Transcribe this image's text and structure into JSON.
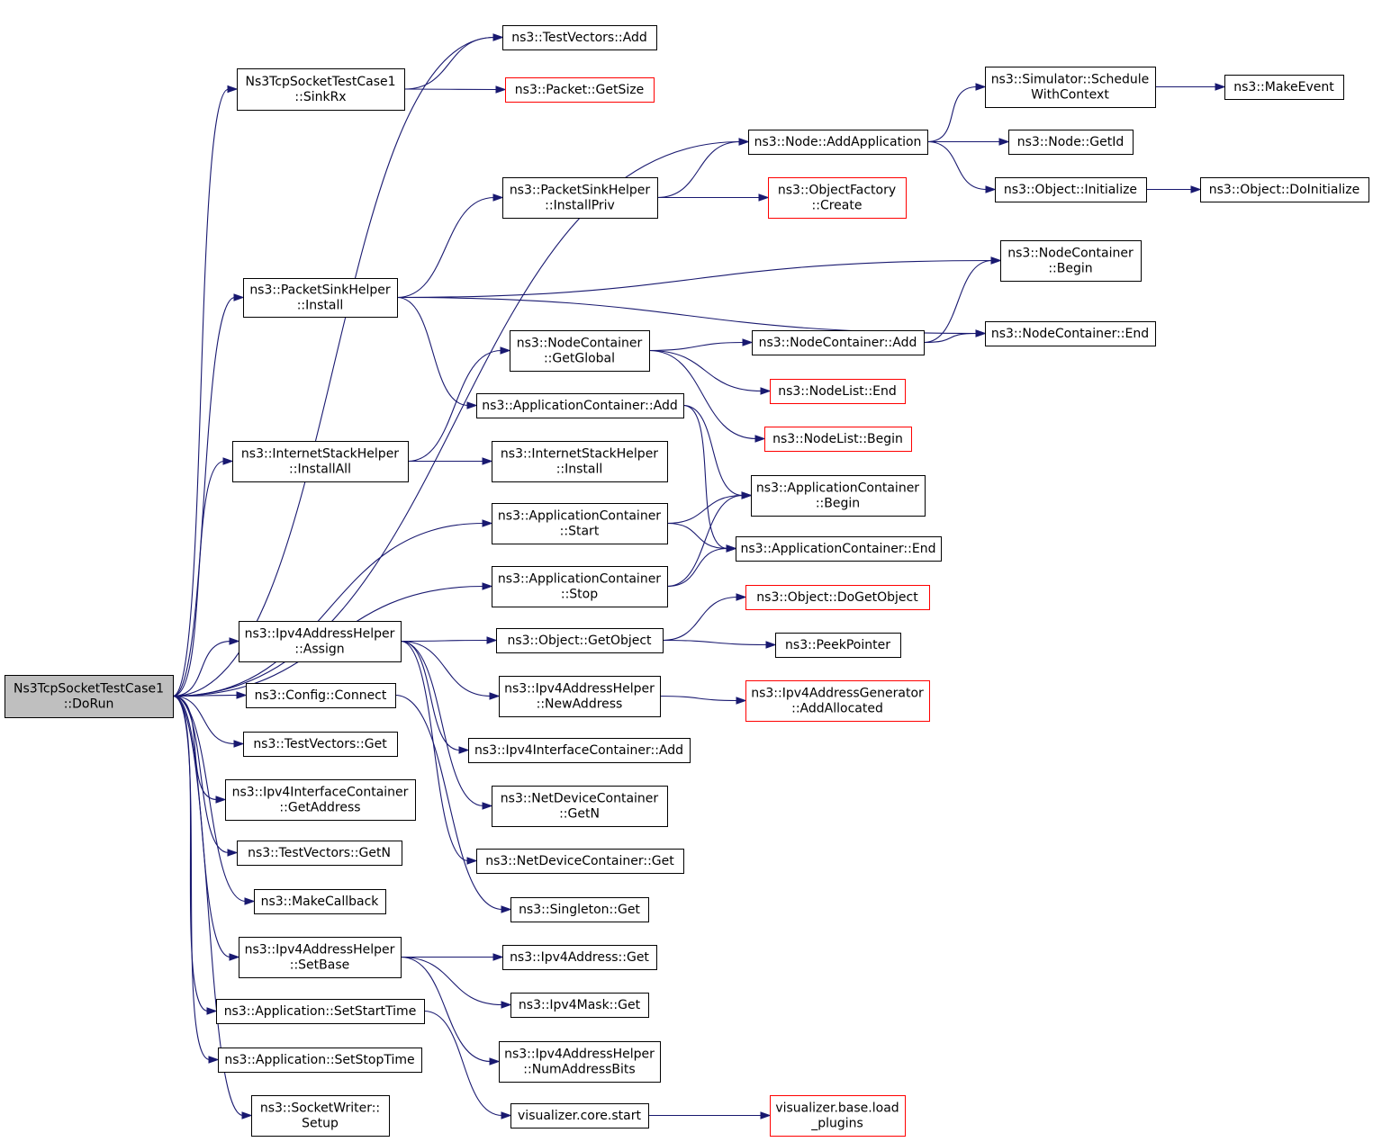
{
  "colors": {
    "edge": "#191970",
    "node_border": "#000000",
    "truncated_border": "#ff0000",
    "root_fill": "#bfbfbf",
    "node_fill": "#ffffff"
  },
  "nodes": [
    {
      "id": "DoRun",
      "lines": [
        "Ns3TcpSocketTestCase1",
        "::DoRun"
      ],
      "style": "root"
    },
    {
      "id": "TV_Add",
      "lines": [
        "ns3::TestVectors::Add"
      ],
      "style": "normal"
    },
    {
      "id": "SinkRx",
      "lines": [
        "Ns3TcpSocketTestCase1",
        "::SinkRx"
      ],
      "style": "normal"
    },
    {
      "id": "Pkt_GetSize",
      "lines": [
        "ns3::Packet::GetSize"
      ],
      "style": "truncated"
    },
    {
      "id": "Node_AddApp",
      "lines": [
        "ns3::Node::AddApplication"
      ],
      "style": "normal"
    },
    {
      "id": "Sim_Sched",
      "lines": [
        "ns3::Simulator::Schedule",
        "WithContext"
      ],
      "style": "normal"
    },
    {
      "id": "MakeEvent",
      "lines": [
        "ns3::MakeEvent"
      ],
      "style": "normal"
    },
    {
      "id": "Node_GetId",
      "lines": [
        "ns3::Node::GetId"
      ],
      "style": "normal"
    },
    {
      "id": "Obj_Init",
      "lines": [
        "ns3::Object::Initialize"
      ],
      "style": "normal"
    },
    {
      "id": "Obj_DoInit",
      "lines": [
        "ns3::Object::DoInitialize"
      ],
      "style": "normal"
    },
    {
      "id": "PSH_InstallPriv",
      "lines": [
        "ns3::PacketSinkHelper",
        "::InstallPriv"
      ],
      "style": "normal"
    },
    {
      "id": "ObjFac_Create",
      "lines": [
        "ns3::ObjectFactory",
        "::Create"
      ],
      "style": "truncated"
    },
    {
      "id": "NC_Begin",
      "lines": [
        "ns3::NodeContainer",
        "::Begin"
      ],
      "style": "normal"
    },
    {
      "id": "PSH_Install",
      "lines": [
        "ns3::PacketSinkHelper",
        "::Install"
      ],
      "style": "normal"
    },
    {
      "id": "NC_End",
      "lines": [
        "ns3::NodeContainer::End"
      ],
      "style": "normal"
    },
    {
      "id": "NC_GetGlobal",
      "lines": [
        "ns3::NodeContainer",
        "::GetGlobal"
      ],
      "style": "normal"
    },
    {
      "id": "NC_Add",
      "lines": [
        "ns3::NodeContainer::Add"
      ],
      "style": "normal"
    },
    {
      "id": "NL_End",
      "lines": [
        "ns3::NodeList::End"
      ],
      "style": "truncated"
    },
    {
      "id": "AC_Add",
      "lines": [
        "ns3::ApplicationContainer::Add"
      ],
      "style": "normal"
    },
    {
      "id": "NL_Begin",
      "lines": [
        "ns3::NodeList::Begin"
      ],
      "style": "truncated"
    },
    {
      "id": "ISH_InstallAll",
      "lines": [
        "ns3::InternetStackHelper",
        "::InstallAll"
      ],
      "style": "normal"
    },
    {
      "id": "ISH_Install",
      "lines": [
        "ns3::InternetStackHelper",
        "::Install"
      ],
      "style": "normal"
    },
    {
      "id": "AC_Begin",
      "lines": [
        "ns3::ApplicationContainer",
        "::Begin"
      ],
      "style": "normal"
    },
    {
      "id": "AC_Start",
      "lines": [
        "ns3::ApplicationContainer",
        "::Start"
      ],
      "style": "normal"
    },
    {
      "id": "AC_End",
      "lines": [
        "ns3::ApplicationContainer::End"
      ],
      "style": "normal"
    },
    {
      "id": "AC_Stop",
      "lines": [
        "ns3::ApplicationContainer",
        "::Stop"
      ],
      "style": "normal"
    },
    {
      "id": "Obj_DoGetObject",
      "lines": [
        "ns3::Object::DoGetObject"
      ],
      "style": "truncated"
    },
    {
      "id": "IAH_Assign",
      "lines": [
        "ns3::Ipv4AddressHelper",
        "::Assign"
      ],
      "style": "normal"
    },
    {
      "id": "Obj_GetObject",
      "lines": [
        "ns3::Object::GetObject"
      ],
      "style": "normal"
    },
    {
      "id": "PeekPointer",
      "lines": [
        "ns3::PeekPointer"
      ],
      "style": "normal"
    },
    {
      "id": "IAH_NewAddress",
      "lines": [
        "ns3::Ipv4AddressHelper",
        "::NewAddress"
      ],
      "style": "normal"
    },
    {
      "id": "IAG_AddAllocated",
      "lines": [
        "ns3::Ipv4AddressGenerator",
        "::AddAllocated"
      ],
      "style": "truncated"
    },
    {
      "id": "Config_Connect",
      "lines": [
        "ns3::Config::Connect"
      ],
      "style": "normal"
    },
    {
      "id": "TV_Get",
      "lines": [
        "ns3::TestVectors::Get"
      ],
      "style": "normal"
    },
    {
      "id": "IIC_Add",
      "lines": [
        "ns3::Ipv4InterfaceContainer::Add"
      ],
      "style": "normal"
    },
    {
      "id": "IIC_GetAddress",
      "lines": [
        "ns3::Ipv4InterfaceContainer",
        "::GetAddress"
      ],
      "style": "normal"
    },
    {
      "id": "NDC_GetN",
      "lines": [
        "ns3::NetDeviceContainer",
        "::GetN"
      ],
      "style": "normal"
    },
    {
      "id": "TV_GetN",
      "lines": [
        "ns3::TestVectors::GetN"
      ],
      "style": "normal"
    },
    {
      "id": "NDC_Get",
      "lines": [
        "ns3::NetDeviceContainer::Get"
      ],
      "style": "normal"
    },
    {
      "id": "MakeCallback",
      "lines": [
        "ns3::MakeCallback"
      ],
      "style": "normal"
    },
    {
      "id": "Singleton_Get",
      "lines": [
        "ns3::Singleton::Get"
      ],
      "style": "normal"
    },
    {
      "id": "IAH_SetBase",
      "lines": [
        "ns3::Ipv4AddressHelper",
        "::SetBase"
      ],
      "style": "normal"
    },
    {
      "id": "Ipv4Address_Get",
      "lines": [
        "ns3::Ipv4Address::Get"
      ],
      "style": "normal"
    },
    {
      "id": "Ipv4Mask_Get",
      "lines": [
        "ns3::Ipv4Mask::Get"
      ],
      "style": "normal"
    },
    {
      "id": "App_SetStart",
      "lines": [
        "ns3::Application::SetStartTime"
      ],
      "style": "normal"
    },
    {
      "id": "IAH_NumBits",
      "lines": [
        "ns3::Ipv4AddressHelper",
        "::NumAddressBits"
      ],
      "style": "normal"
    },
    {
      "id": "App_SetStop",
      "lines": [
        "ns3::Application::SetStopTime"
      ],
      "style": "normal"
    },
    {
      "id": "SW_Setup",
      "lines": [
        "ns3::SocketWriter::",
        "Setup"
      ],
      "style": "normal"
    },
    {
      "id": "Viz_Start",
      "lines": [
        "visualizer.core.start"
      ],
      "style": "normal"
    },
    {
      "id": "Viz_Load",
      "lines": [
        "visualizer.base.load",
        "_plugins"
      ],
      "style": "truncated"
    }
  ],
  "edges": [
    [
      "DoRun",
      "TV_Add"
    ],
    [
      "DoRun",
      "SinkRx"
    ],
    [
      "DoRun",
      "Node_AddApp"
    ],
    [
      "DoRun",
      "PSH_Install"
    ],
    [
      "DoRun",
      "ISH_InstallAll"
    ],
    [
      "DoRun",
      "AC_Start"
    ],
    [
      "DoRun",
      "AC_Stop"
    ],
    [
      "DoRun",
      "IAH_Assign"
    ],
    [
      "DoRun",
      "Config_Connect"
    ],
    [
      "DoRun",
      "TV_Get"
    ],
    [
      "DoRun",
      "IIC_GetAddress"
    ],
    [
      "DoRun",
      "TV_GetN"
    ],
    [
      "DoRun",
      "MakeCallback"
    ],
    [
      "DoRun",
      "IAH_SetBase"
    ],
    [
      "DoRun",
      "App_SetStart"
    ],
    [
      "DoRun",
      "App_SetStop"
    ],
    [
      "DoRun",
      "SW_Setup"
    ],
    [
      "SinkRx",
      "TV_Add"
    ],
    [
      "SinkRx",
      "Pkt_GetSize"
    ],
    [
      "Node_AddApp",
      "Sim_Sched"
    ],
    [
      "Node_AddApp",
      "Node_GetId"
    ],
    [
      "Node_AddApp",
      "Obj_Init"
    ],
    [
      "Sim_Sched",
      "MakeEvent"
    ],
    [
      "Obj_Init",
      "Obj_DoInit"
    ],
    [
      "PSH_InstallPriv",
      "Node_AddApp"
    ],
    [
      "PSH_InstallPriv",
      "ObjFac_Create"
    ],
    [
      "PSH_Install",
      "PSH_InstallPriv"
    ],
    [
      "PSH_Install",
      "NC_Begin"
    ],
    [
      "PSH_Install",
      "NC_End"
    ],
    [
      "PSH_Install",
      "AC_Add"
    ],
    [
      "NC_GetGlobal",
      "NC_Add"
    ],
    [
      "NC_GetGlobal",
      "NL_End"
    ],
    [
      "NC_GetGlobal",
      "NL_Begin"
    ],
    [
      "NC_Add",
      "NC_Begin"
    ],
    [
      "NC_Add",
      "NC_End"
    ],
    [
      "AC_Add",
      "AC_Begin"
    ],
    [
      "AC_Add",
      "AC_End"
    ],
    [
      "ISH_InstallAll",
      "NC_GetGlobal"
    ],
    [
      "ISH_InstallAll",
      "ISH_Install"
    ],
    [
      "AC_Start",
      "AC_Begin"
    ],
    [
      "AC_Start",
      "AC_End"
    ],
    [
      "AC_Stop",
      "AC_Begin"
    ],
    [
      "AC_Stop",
      "AC_End"
    ],
    [
      "IAH_Assign",
      "Obj_GetObject"
    ],
    [
      "IAH_Assign",
      "IAH_NewAddress"
    ],
    [
      "IAH_Assign",
      "IIC_Add"
    ],
    [
      "IAH_Assign",
      "NDC_GetN"
    ],
    [
      "IAH_Assign",
      "NDC_Get"
    ],
    [
      "Obj_GetObject",
      "Obj_DoGetObject"
    ],
    [
      "Obj_GetObject",
      "PeekPointer"
    ],
    [
      "IAH_NewAddress",
      "IAG_AddAllocated"
    ],
    [
      "Config_Connect",
      "Singleton_Get"
    ],
    [
      "IAH_SetBase",
      "Ipv4Address_Get"
    ],
    [
      "IAH_SetBase",
      "Ipv4Mask_Get"
    ],
    [
      "IAH_SetBase",
      "IAH_NumBits"
    ],
    [
      "App_SetStart",
      "Viz_Start"
    ],
    [
      "Viz_Start",
      "Viz_Load"
    ]
  ]
}
